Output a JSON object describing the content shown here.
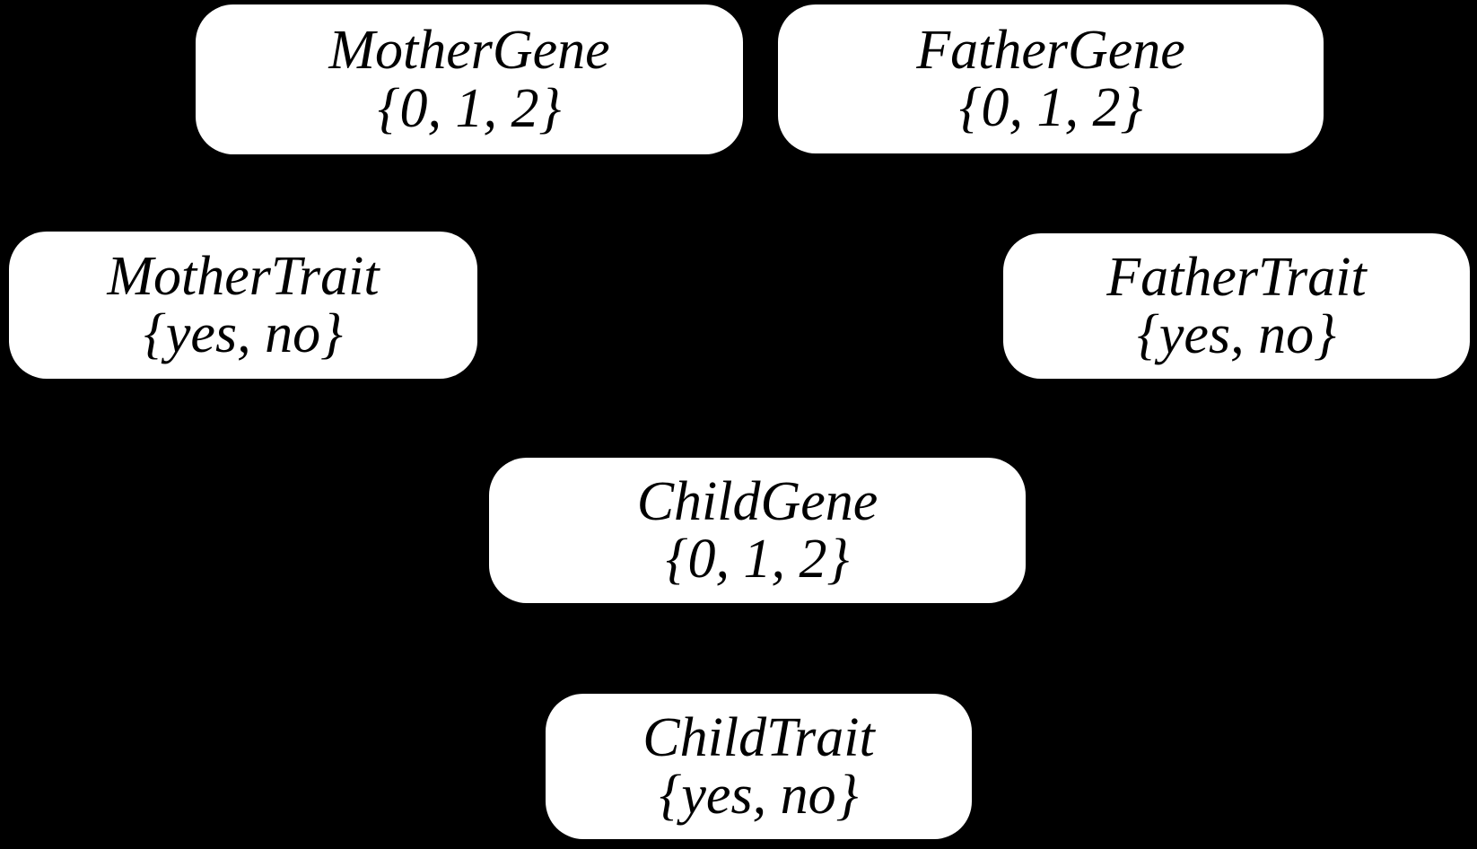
{
  "diagram": {
    "type": "bayesian-network",
    "background_color": "#000000",
    "node_fill_color": "#ffffff",
    "node_text_color": "#000000",
    "nodes": [
      {
        "name": "MotherGene",
        "values": "{0, 1, 2}"
      },
      {
        "name": "FatherGene",
        "values": "{0, 1, 2}"
      },
      {
        "name": "MotherTrait",
        "values": "{yes, no}"
      },
      {
        "name": "FatherTrait",
        "values": "{yes, no}"
      },
      {
        "name": "ChildGene",
        "values": "{0, 1, 2}"
      },
      {
        "name": "ChildTrait",
        "values": "{yes, no}"
      }
    ]
  }
}
